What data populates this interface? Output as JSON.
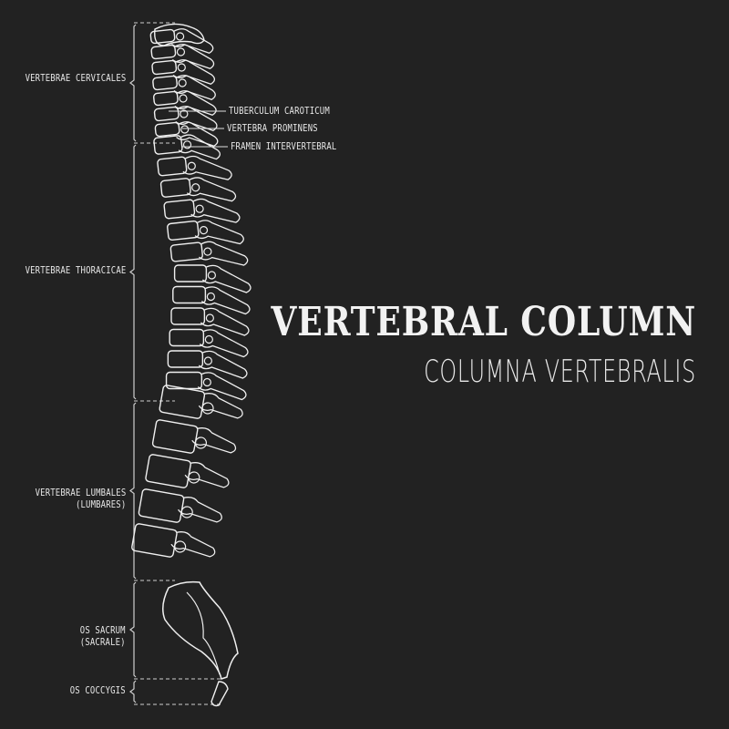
{
  "title": "VERTEBRAL COLUMN",
  "subtitle": "COLUMNA VERTEBRALIS",
  "regions": [
    {
      "label": "VERTEBRAE CERVICALES"
    },
    {
      "label": "VERTEBRAE THORACICAE"
    },
    {
      "label": "VERTEBRAE LUMBALES",
      "label2": "(LUMBARES)"
    },
    {
      "label": "OS SACRUM",
      "label2": "(SACRALE)"
    },
    {
      "label": "OS COCCYGIS"
    }
  ],
  "callouts": [
    {
      "label": "TUBERCULUM CAROTICUM"
    },
    {
      "label": "VERTEBRA PROMINENS"
    },
    {
      "label": "FRAMEN INTERVERTEBRAL"
    }
  ],
  "colors": {
    "background": "#222222",
    "line": "#f0f0f0"
  }
}
